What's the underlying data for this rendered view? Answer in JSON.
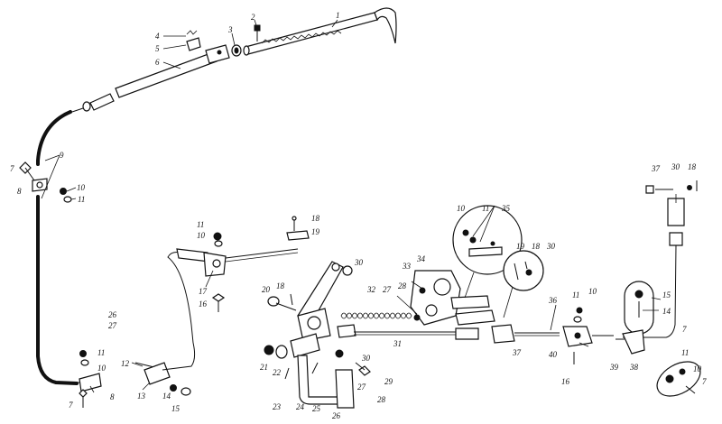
{
  "diagram": {
    "labels": {
      "p1": "1",
      "p2": "2",
      "p3": "3",
      "p4": "4",
      "p5": "5",
      "p6": "6",
      "p7a": "7",
      "p8a": "8",
      "p9": "9",
      "p10a": "10",
      "p11a": "11",
      "p26": "26",
      "p27a": "27",
      "p11b": "11",
      "p10b": "10",
      "p12": "12",
      "p13": "13",
      "p7b": "7",
      "p8b": "8",
      "p14a": "14",
      "p15a": "15",
      "p11c": "11",
      "p10c": "10",
      "p17": "17",
      "p16a": "16",
      "p18a": "18",
      "p19a": "19",
      "p20": "20",
      "p18b": "18",
      "p30a": "30",
      "p32": "32",
      "p27b": "27",
      "p28a": "28",
      "p33": "33",
      "p34": "34",
      "p21": "21",
      "p22": "22",
      "p23": "23",
      "p24": "24",
      "p25": "25",
      "p26b": "26",
      "p27c": "27",
      "p28b": "28",
      "p29": "29",
      "p30b": "30",
      "p31": "31",
      "p10d": "10",
      "p11d": "11",
      "p35": "35",
      "p19b": "19",
      "p18c": "18",
      "p30c": "30",
      "p36": "36",
      "p37a": "37",
      "p11e": "11",
      "p10e": "10",
      "p40": "40",
      "p16b": "16",
      "p37b": "37",
      "p30d": "30",
      "p18d": "18",
      "p15b": "15",
      "p14b": "14",
      "p7c": "7",
      "p39": "39",
      "p38": "38",
      "p11f": "11",
      "p10f": "10",
      "p7d": "7"
    }
  }
}
